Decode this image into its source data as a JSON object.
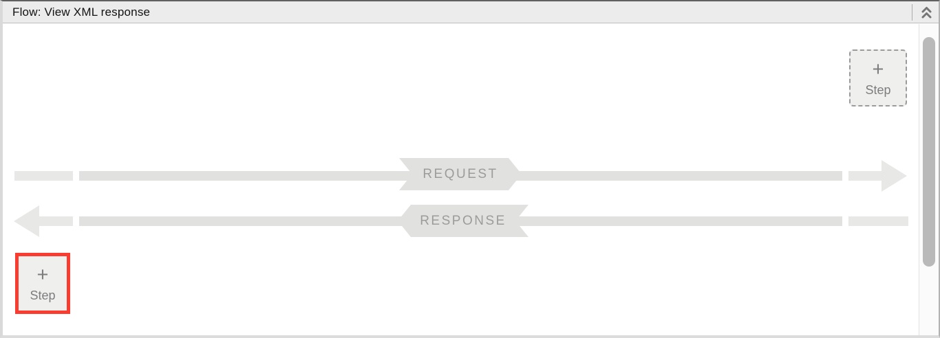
{
  "panel": {
    "header": {
      "title": "Flow: View XML response",
      "collapse_icon": "double-chevron-up-icon"
    },
    "flow": {
      "request": {
        "label": "REQUEST",
        "direction": "right"
      },
      "response": {
        "label": "RESPONSE",
        "direction": "left"
      },
      "add_step_top": {
        "plus": "+",
        "label": "Step"
      },
      "add_step_bottom": {
        "plus": "+",
        "label": "Step",
        "highlighted": true
      }
    },
    "colors": {
      "highlight_red": "#f93b30",
      "band_gray": "#e1e1df",
      "arrow_gray": "#e8e8e6",
      "banner_text_gray": "#9c9c9a",
      "button_text_gray": "#7d7d7d",
      "header_bg": "#ececec",
      "header_border": "#bdbdbd",
      "scrollbar_thumb_gray": "#b9b9b9"
    }
  }
}
